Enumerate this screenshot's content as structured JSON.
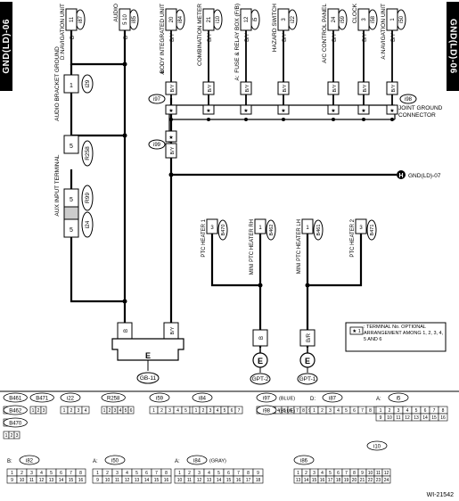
{
  "side_tab": "GND(LD)-06",
  "diagram_id": "WI-21542",
  "top_modules": [
    {
      "name": "NAVIGATION UNIT",
      "conn": "i87",
      "side": "D:",
      "term": "11",
      "wire": "B"
    },
    {
      "name": "AUDIO",
      "conn": "i85",
      "side": "",
      "term": "5 10",
      "wire": "B"
    },
    {
      "name": "BODY INTEGRATED UNIT",
      "conn": "i84",
      "side": "A:",
      "term": "20",
      "wire": "B/Y"
    },
    {
      "name": "COMBINATION METER",
      "conn": "i10",
      "side": "",
      "term": "21",
      "wire": "B/Y"
    },
    {
      "name": "FUSE & RELAY BOX (F/B)",
      "conn": "i5",
      "side": "A:",
      "term": "12",
      "wire": "B/Y"
    },
    {
      "name": "HAZARD SWITCH",
      "conn": "i22",
      "side": "",
      "term": "3",
      "wire": "B/Y"
    },
    {
      "name": "A/C CONTROL PANEL",
      "conn": "i59",
      "side": "",
      "term": "24",
      "wire": "B/Y"
    },
    {
      "name": "CLOCK",
      "conn": "i58",
      "side": "",
      "term": "3",
      "wire": "B/Y"
    },
    {
      "name": "NAVIGATION UNIT",
      "conn": "i50",
      "side": "A:",
      "term": "1",
      "wire": "B/Y"
    }
  ],
  "audio_bracket": {
    "name": "AUDIO BRACKET GROUND",
    "conn": "i29",
    "term": "1"
  },
  "aux": {
    "name": "AUX INPUT TERMINAL",
    "conn1": "R258",
    "conn2": "R99",
    "conn3": "i24",
    "term": "5"
  },
  "joint": {
    "left": "i97",
    "right": "i98",
    "label": "JOINT GROUND CONNECTOR",
    "term": "★"
  },
  "conn_i99": "i99",
  "ground_link": {
    "h": "H",
    "label": "GND(LD)-07"
  },
  "ptc": [
    {
      "name": "PTC HEATER 1",
      "conn": "B470",
      "term": "3"
    },
    {
      "name": "MINI PTC HEATER RH",
      "conn": "B462",
      "term": "1"
    },
    {
      "name": "MINI PTC HEATER LH",
      "conn": "B461",
      "term": "1"
    },
    {
      "name": "PTC HEATER 2",
      "conn": "B471",
      "term": "3"
    }
  ],
  "grounds": [
    {
      "id": "GB-11",
      "letter": "E"
    },
    {
      "id": "GPT-2",
      "letter": "E"
    },
    {
      "id": "GPT-1",
      "letter": "E"
    }
  ],
  "wire_labels": {
    "b": "B",
    "by": "B/Y",
    "br": "B/R"
  },
  "note": {
    "star": "★ 1",
    "text": ": TERMINAL No. OPTIONAL ARRANGEMENT AMONG 1, 2, 3, 4, 5 AND 6"
  },
  "legend": [
    {
      "label": "B461",
      "cells": [
        "1"
      ]
    },
    {
      "label": "B471",
      "cells": [
        "1",
        "2",
        "3"
      ]
    },
    {
      "label": "i22",
      "cells": [
        "1",
        "2",
        "3",
        "4"
      ]
    },
    {
      "label": "R258",
      "cells": [
        "1",
        "2",
        "3",
        "4",
        "5",
        "6"
      ]
    },
    {
      "label": "i59",
      "cells": [
        "1",
        "2",
        "3",
        "4",
        "5",
        "6",
        "7",
        "8",
        "9",
        "10"
      ]
    },
    {
      "label": "i84",
      "cells": [
        "1",
        "2",
        "3",
        "4",
        "5",
        "6",
        "7"
      ]
    },
    {
      "label": "i97",
      "cells": [
        "1",
        "2",
        "3",
        "4",
        "5",
        "6",
        "7",
        "8",
        "9",
        "10",
        "11",
        "12"
      ],
      "suffix": "(BLUE)"
    },
    {
      "label": "i98",
      "cells": [],
      "suffix": "(BLUE)"
    },
    {
      "label": "i87",
      "cells": [
        "1",
        "2",
        "3",
        "4",
        "5",
        "6",
        "7",
        "8",
        "9",
        "10",
        "11",
        "12"
      ],
      "side": "D:"
    },
    {
      "label": "i5",
      "cells": [
        "1",
        "2",
        "3",
        "4",
        "5",
        "6",
        "7",
        "8",
        "9",
        "10",
        "11",
        "12",
        "13",
        "14",
        "15",
        "16"
      ],
      "side": "A:"
    },
    {
      "label": "B462",
      "cells": [
        "1"
      ]
    },
    {
      "label": "B470",
      "cells": [
        "1",
        "2",
        "3"
      ]
    },
    {
      "label": "i82",
      "cells": [
        "1",
        "2",
        "3",
        "4",
        "5",
        "6",
        "7",
        "8",
        "9",
        "10",
        "11",
        "12",
        "13",
        "14",
        "15",
        "16"
      ],
      "side": "B:"
    },
    {
      "label": "i50",
      "cells": [
        "1",
        "2",
        "3",
        "4",
        "5",
        "6",
        "7",
        "8",
        "9",
        "10",
        "11",
        "12",
        "13",
        "14",
        "15",
        "16"
      ],
      "side": "A:"
    },
    {
      "label": "i84",
      "cells": [
        "1",
        "2",
        "3",
        "4",
        "5",
        "6",
        "7",
        "8",
        "9",
        "10",
        "11",
        "12",
        "13",
        "14",
        "15",
        "16",
        "17",
        "18"
      ],
      "side": "A:",
      "suffix": "(GRAY)"
    },
    {
      "label": "i10",
      "cells": []
    },
    {
      "label": "i86",
      "cells": [
        "1",
        "2",
        "3",
        "4",
        "5",
        "6",
        "7",
        "8",
        "9",
        "10",
        "11",
        "12",
        "13",
        "14",
        "15",
        "16",
        "17",
        "18",
        "19",
        "20",
        "21",
        "22",
        "23",
        "24"
      ]
    }
  ]
}
